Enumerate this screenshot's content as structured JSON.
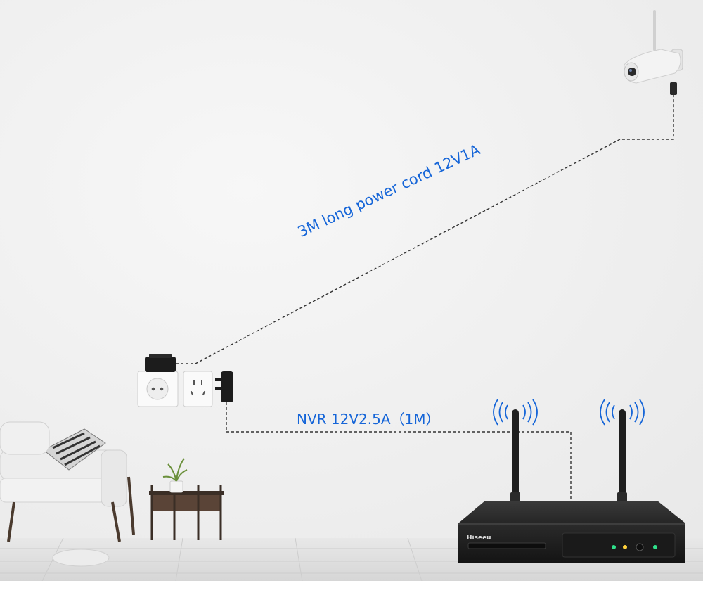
{
  "captions": {
    "camera_cable": "3M long power cord 12V1A",
    "nvr_cable": "NVR 12V2.5A（1M）"
  },
  "brand_logo": "Hiseeu",
  "colors": {
    "caption_blue": "#1565d8",
    "wall": "#f2f2f2",
    "floor": "#e2e2e2",
    "device_black": "#1e1e1e"
  },
  "icons": [
    "ip-camera",
    "power-adapter",
    "wall-socket-eu",
    "wall-socket-cn",
    "nvr-recorder",
    "antenna",
    "wifi-signal",
    "sofa",
    "side-table",
    "plant"
  ]
}
